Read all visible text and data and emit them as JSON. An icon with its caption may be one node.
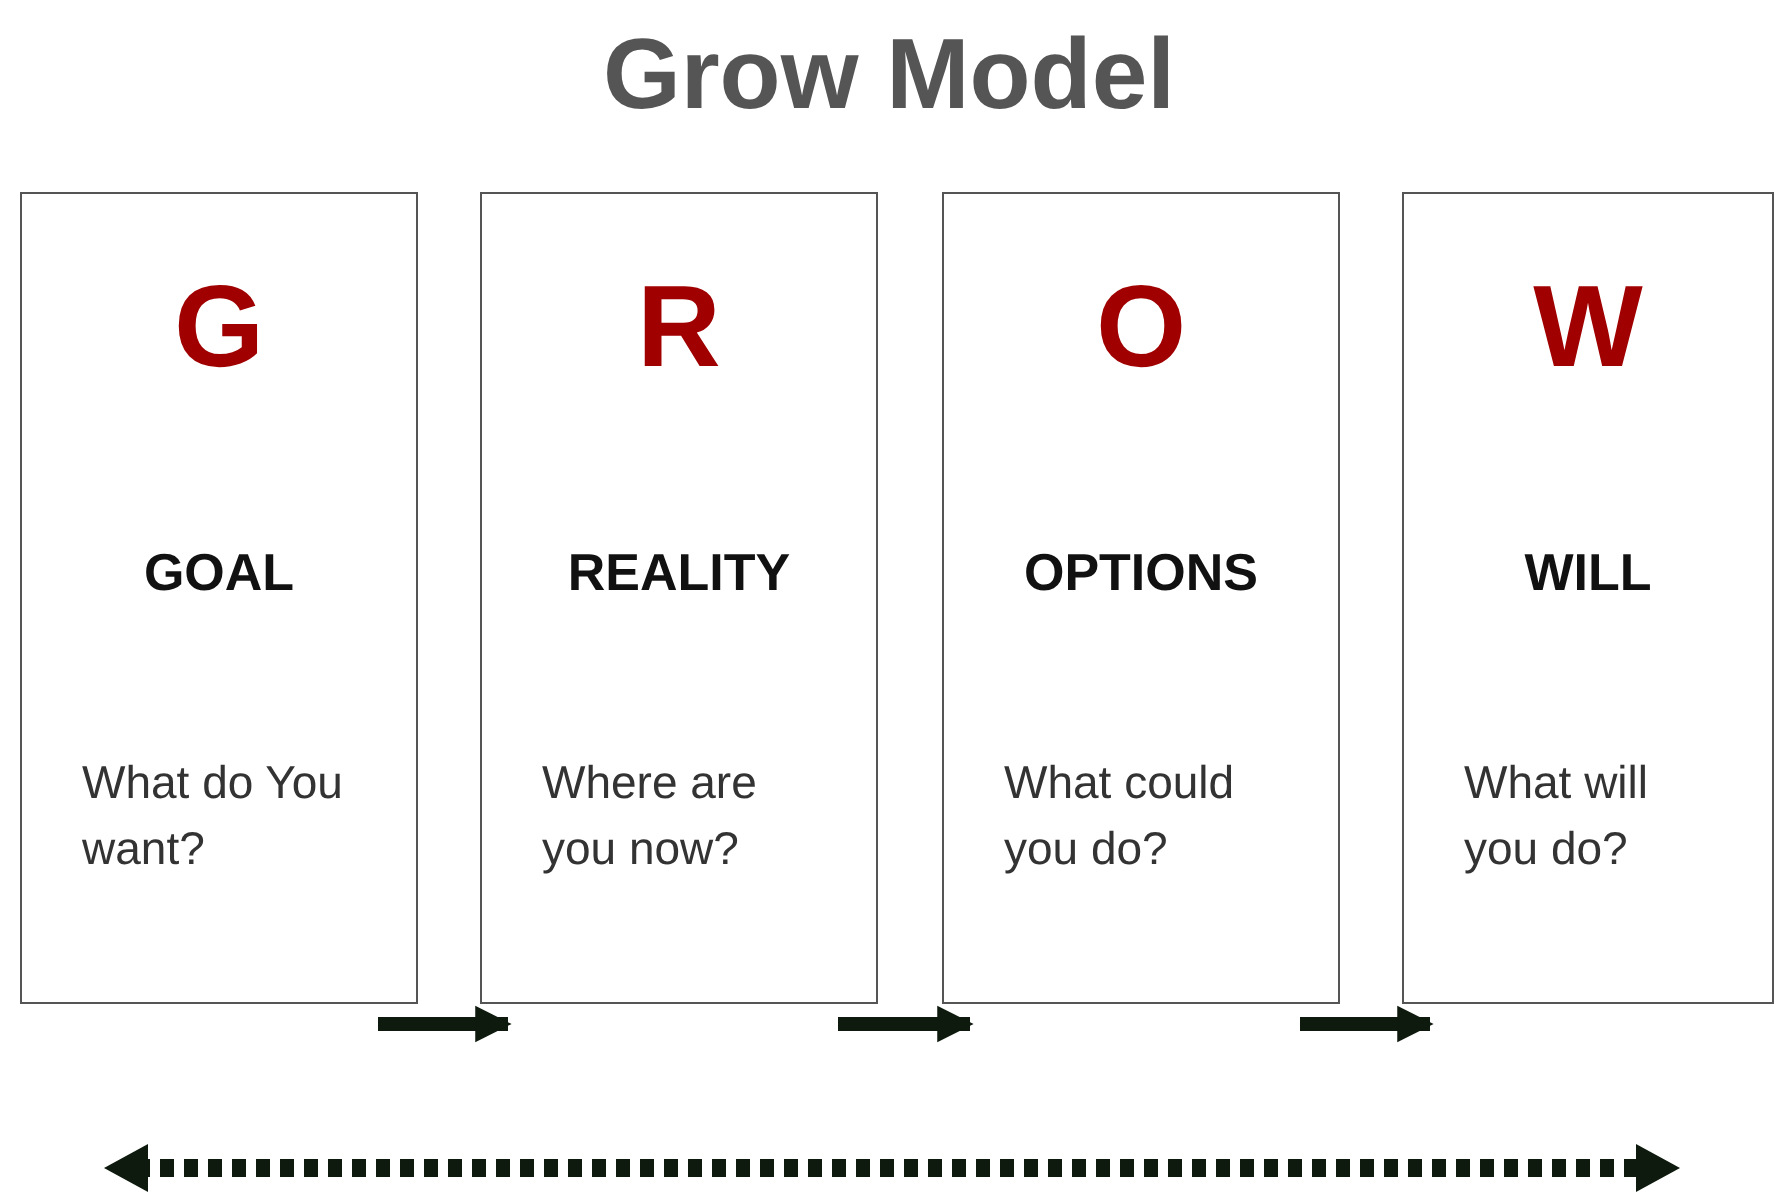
{
  "diagram": {
    "title": "Grow Model",
    "nodes": [
      {
        "text": [
          "G",
          "GOAL",
          "What do You want?"
        ]
      },
      {
        "text": [
          "R",
          "REALITY",
          "Where are you now?"
        ]
      },
      {
        "text": [
          "O",
          "OPTIONS",
          "What could you do?"
        ]
      },
      {
        "text": [
          "W",
          "WILL",
          "What will you do?"
        ]
      }
    ],
    "edges": [
      {
        "from": 0,
        "to": 1,
        "arrow": "to"
      },
      {
        "from": 1,
        "to": 2,
        "arrow": "to"
      },
      {
        "from": 2,
        "to": 3,
        "arrow": "to"
      }
    ]
  }
}
